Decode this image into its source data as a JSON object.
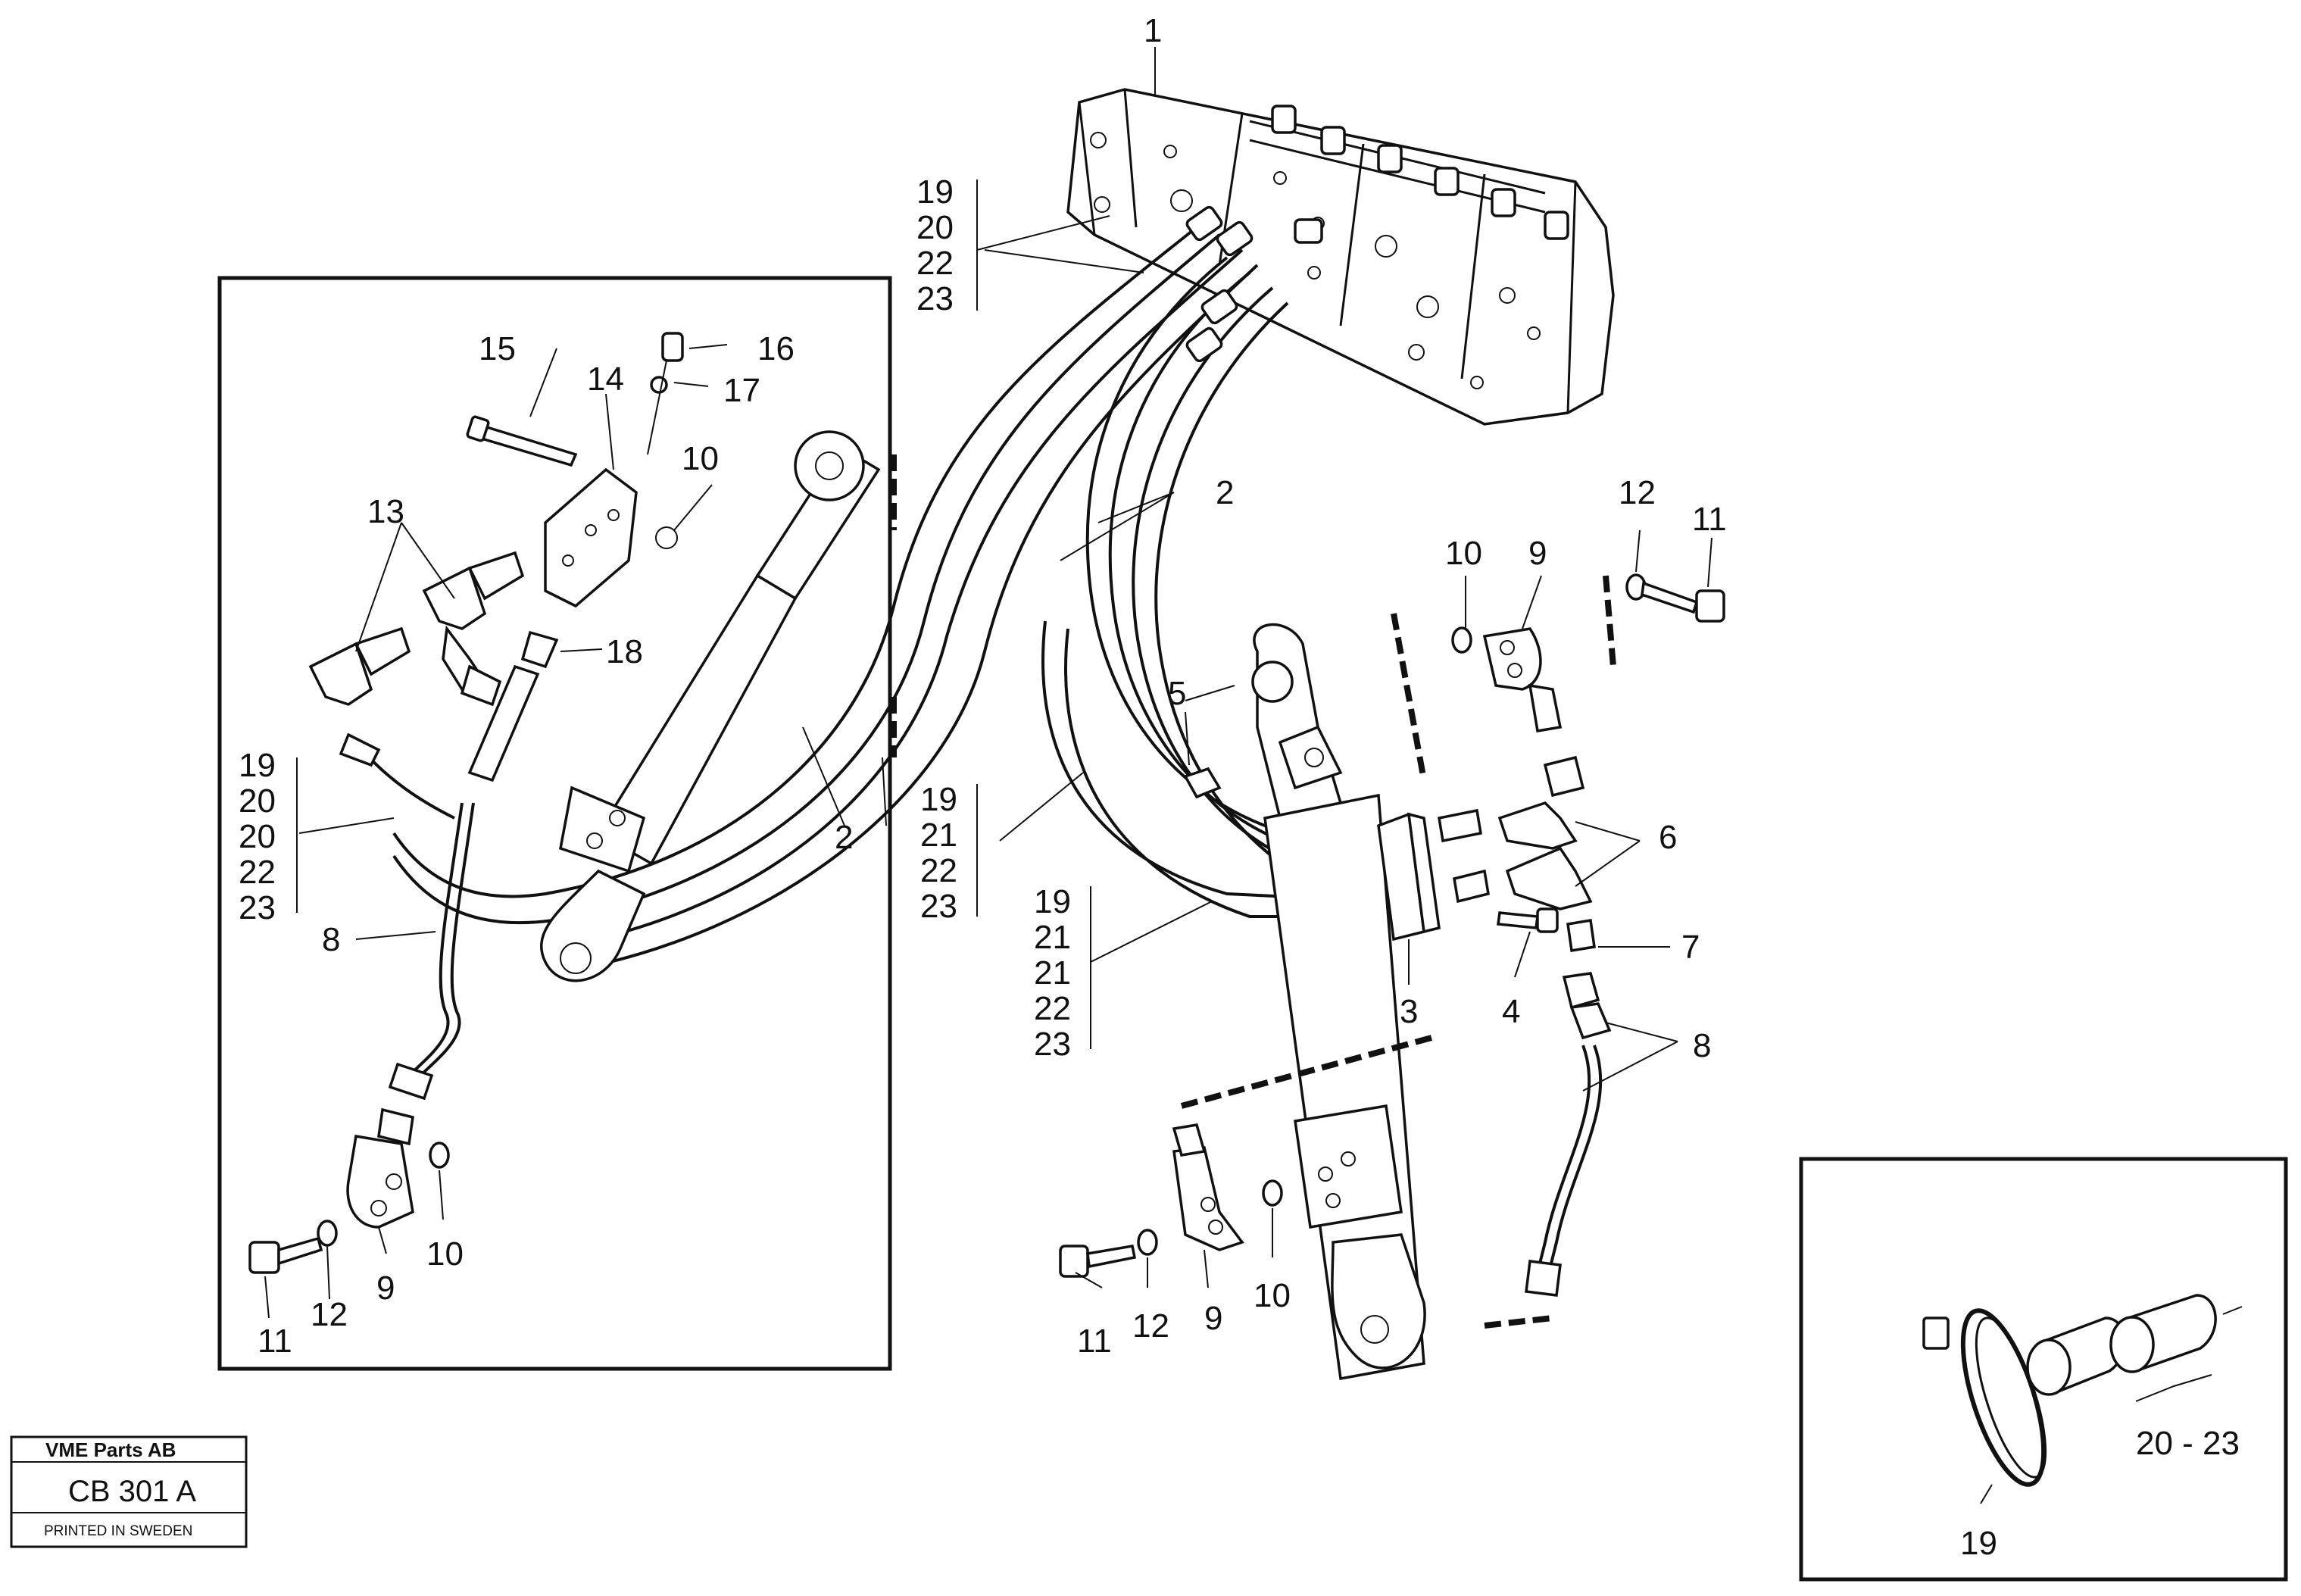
{
  "stamp": {
    "company": "VME Parts AB",
    "code": "CB 301 A",
    "printed": "PRINTED IN SWEDEN"
  },
  "callouts": {
    "c1": "1",
    "c2a": "2",
    "c2b": "2",
    "c3": "3",
    "c4": "4",
    "c5": "5",
    "c6": "6",
    "c7": "7",
    "c8a": "8",
    "c8b": "8",
    "c9a": "9",
    "c9b": "9",
    "c9c": "9",
    "c10a": "10",
    "c10b": "10",
    "c10c": "10",
    "c10d": "10",
    "c11a": "11",
    "c11b": "11",
    "c11c": "11",
    "c12a": "12",
    "c12b": "12",
    "c12c": "12",
    "c13": "13",
    "c14": "14",
    "c15": "15",
    "c16": "16",
    "c17": "17",
    "c18": "18",
    "c19d": "19"
  },
  "groups": {
    "top": [
      "19",
      "20",
      "22",
      "23"
    ],
    "left": [
      "19",
      "20",
      "20",
      "22",
      "23"
    ],
    "mid": [
      "19",
      "21",
      "22",
      "23"
    ],
    "low": [
      "19",
      "21",
      "21",
      "22",
      "23"
    ]
  },
  "detail": {
    "range": "20 - 23"
  }
}
